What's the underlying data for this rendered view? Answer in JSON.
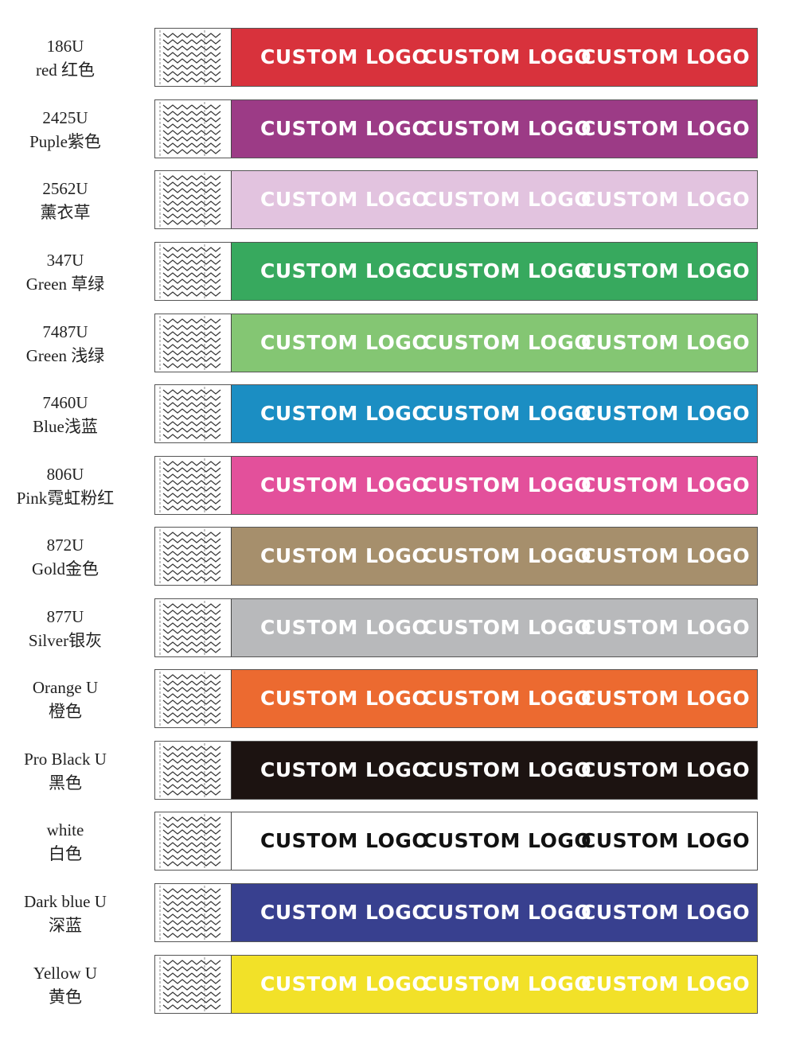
{
  "logo_text": "CUSTOM LOGO",
  "bands": [
    {
      "code": "186U",
      "name": "red 红色",
      "color": "#d8323c",
      "text_color": "#ffffff"
    },
    {
      "code": "2425U",
      "name": "Puple紫色",
      "color": "#9c3b86",
      "text_color": "#ffffff"
    },
    {
      "code": "2562U",
      "name": "薰衣草",
      "color": "#e2c3df",
      "text_color": "#ffffff"
    },
    {
      "code": "347U",
      "name": "Green 草绿",
      "color": "#37a95e",
      "text_color": "#ffffff"
    },
    {
      "code": "7487U",
      "name": "Green 浅绿",
      "color": "#84c673",
      "text_color": "#ffffff"
    },
    {
      "code": "7460U",
      "name": "Blue浅蓝",
      "color": "#1b8ec3",
      "text_color": "#ffffff"
    },
    {
      "code": "806U",
      "name": "Pink霓虹粉红",
      "color": "#e3509b",
      "text_color": "#ffffff"
    },
    {
      "code": "872U",
      "name": "Gold金色",
      "color": "#a68f6c",
      "text_color": "#ffffff"
    },
    {
      "code": "877U",
      "name": "Silver银灰",
      "color": "#b8b9bb",
      "text_color": "#ffffff"
    },
    {
      "code": "Orange U",
      "name": "橙色",
      "color": "#ec6a30",
      "text_color": "#ffffff"
    },
    {
      "code": "Pro Black U",
      "name": "黑色",
      "color": "#1c1311",
      "text_color": "#ffffff"
    },
    {
      "code": "white",
      "name": "白色",
      "color": "#ffffff",
      "text_color": "#111111"
    },
    {
      "code": "Dark  blue U",
      "name": "深蓝",
      "color": "#38408f",
      "text_color": "#ffffff"
    },
    {
      "code": "Yellow U",
      "name": "黄色",
      "color": "#f2e128",
      "text_color": "#ffffff"
    }
  ]
}
